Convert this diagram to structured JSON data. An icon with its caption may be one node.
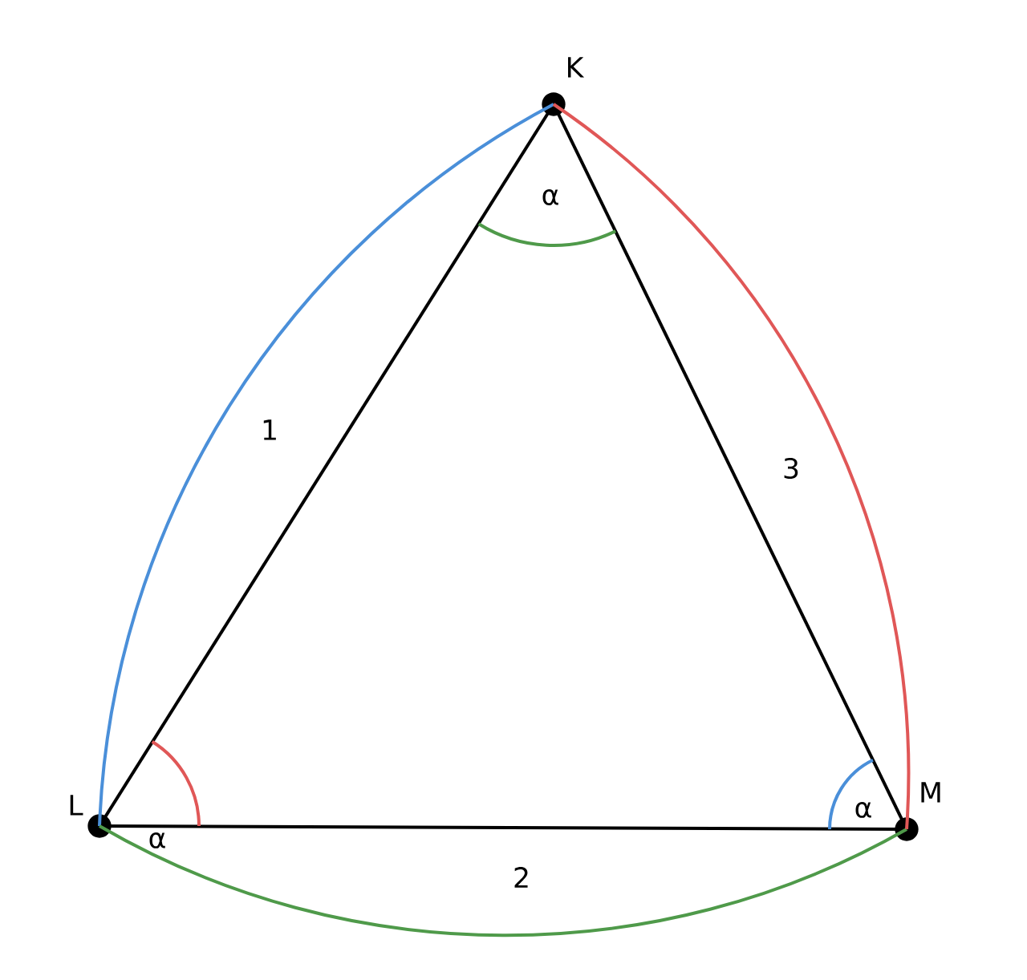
{
  "diagram": {
    "nodes": [
      {
        "text": [
          "K"
        ]
      },
      {
        "text": [
          "L"
        ]
      },
      {
        "text": [
          "M"
        ]
      }
    ],
    "edges": [
      {
        "from": 0,
        "to": 1,
        "arrow": "none"
      },
      {
        "from": 1,
        "to": 2,
        "arrow": "none"
      },
      {
        "from": 2,
        "to": 0,
        "arrow": "none"
      },
      {
        "from": 1,
        "to": 0,
        "arrow": "none",
        "color": "#4a8fd9"
      },
      {
        "from": 1,
        "to": 2,
        "arrow": "none",
        "color": "#4f9a4a"
      },
      {
        "from": 2,
        "to": 0,
        "arrow": "none",
        "color": "#e05757"
      }
    ],
    "labels": [
      "α",
      "1",
      "3",
      "α",
      "α",
      "2"
    ]
  }
}
